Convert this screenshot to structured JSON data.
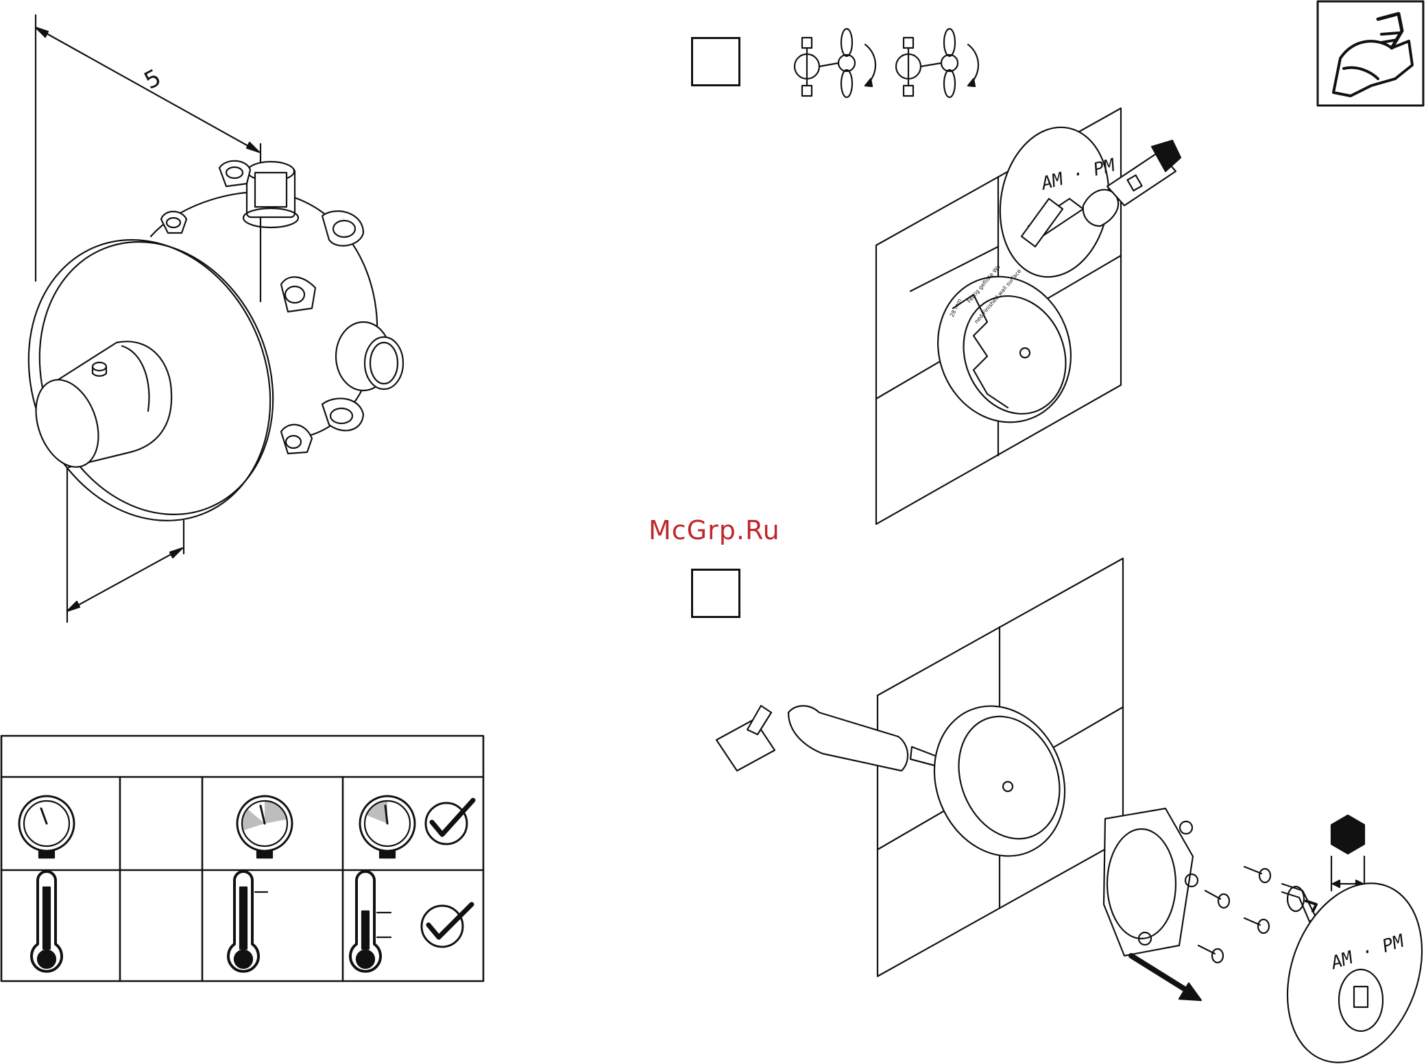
{
  "dimension_label": "5",
  "plate_label": "AM · PM",
  "watermark": "McGrp.Ru",
  "ring_depth_label": "28 mm",
  "ring_text_1": "Fertig gefliste Wa",
  "ring_text_2": "ned Finished wall surface",
  "icons": {
    "service": "service-wrench-icon",
    "valves": "shutoff-valve-icon",
    "pressure": "pressure-gauge-icon",
    "temperature": "thermometer-icon",
    "ok": "checkmark-icon",
    "hex": "hex-key-icon"
  },
  "colors": {
    "line": "#111111",
    "watermark": "#c0262b",
    "gauge_zone": "#bdbdbd"
  }
}
